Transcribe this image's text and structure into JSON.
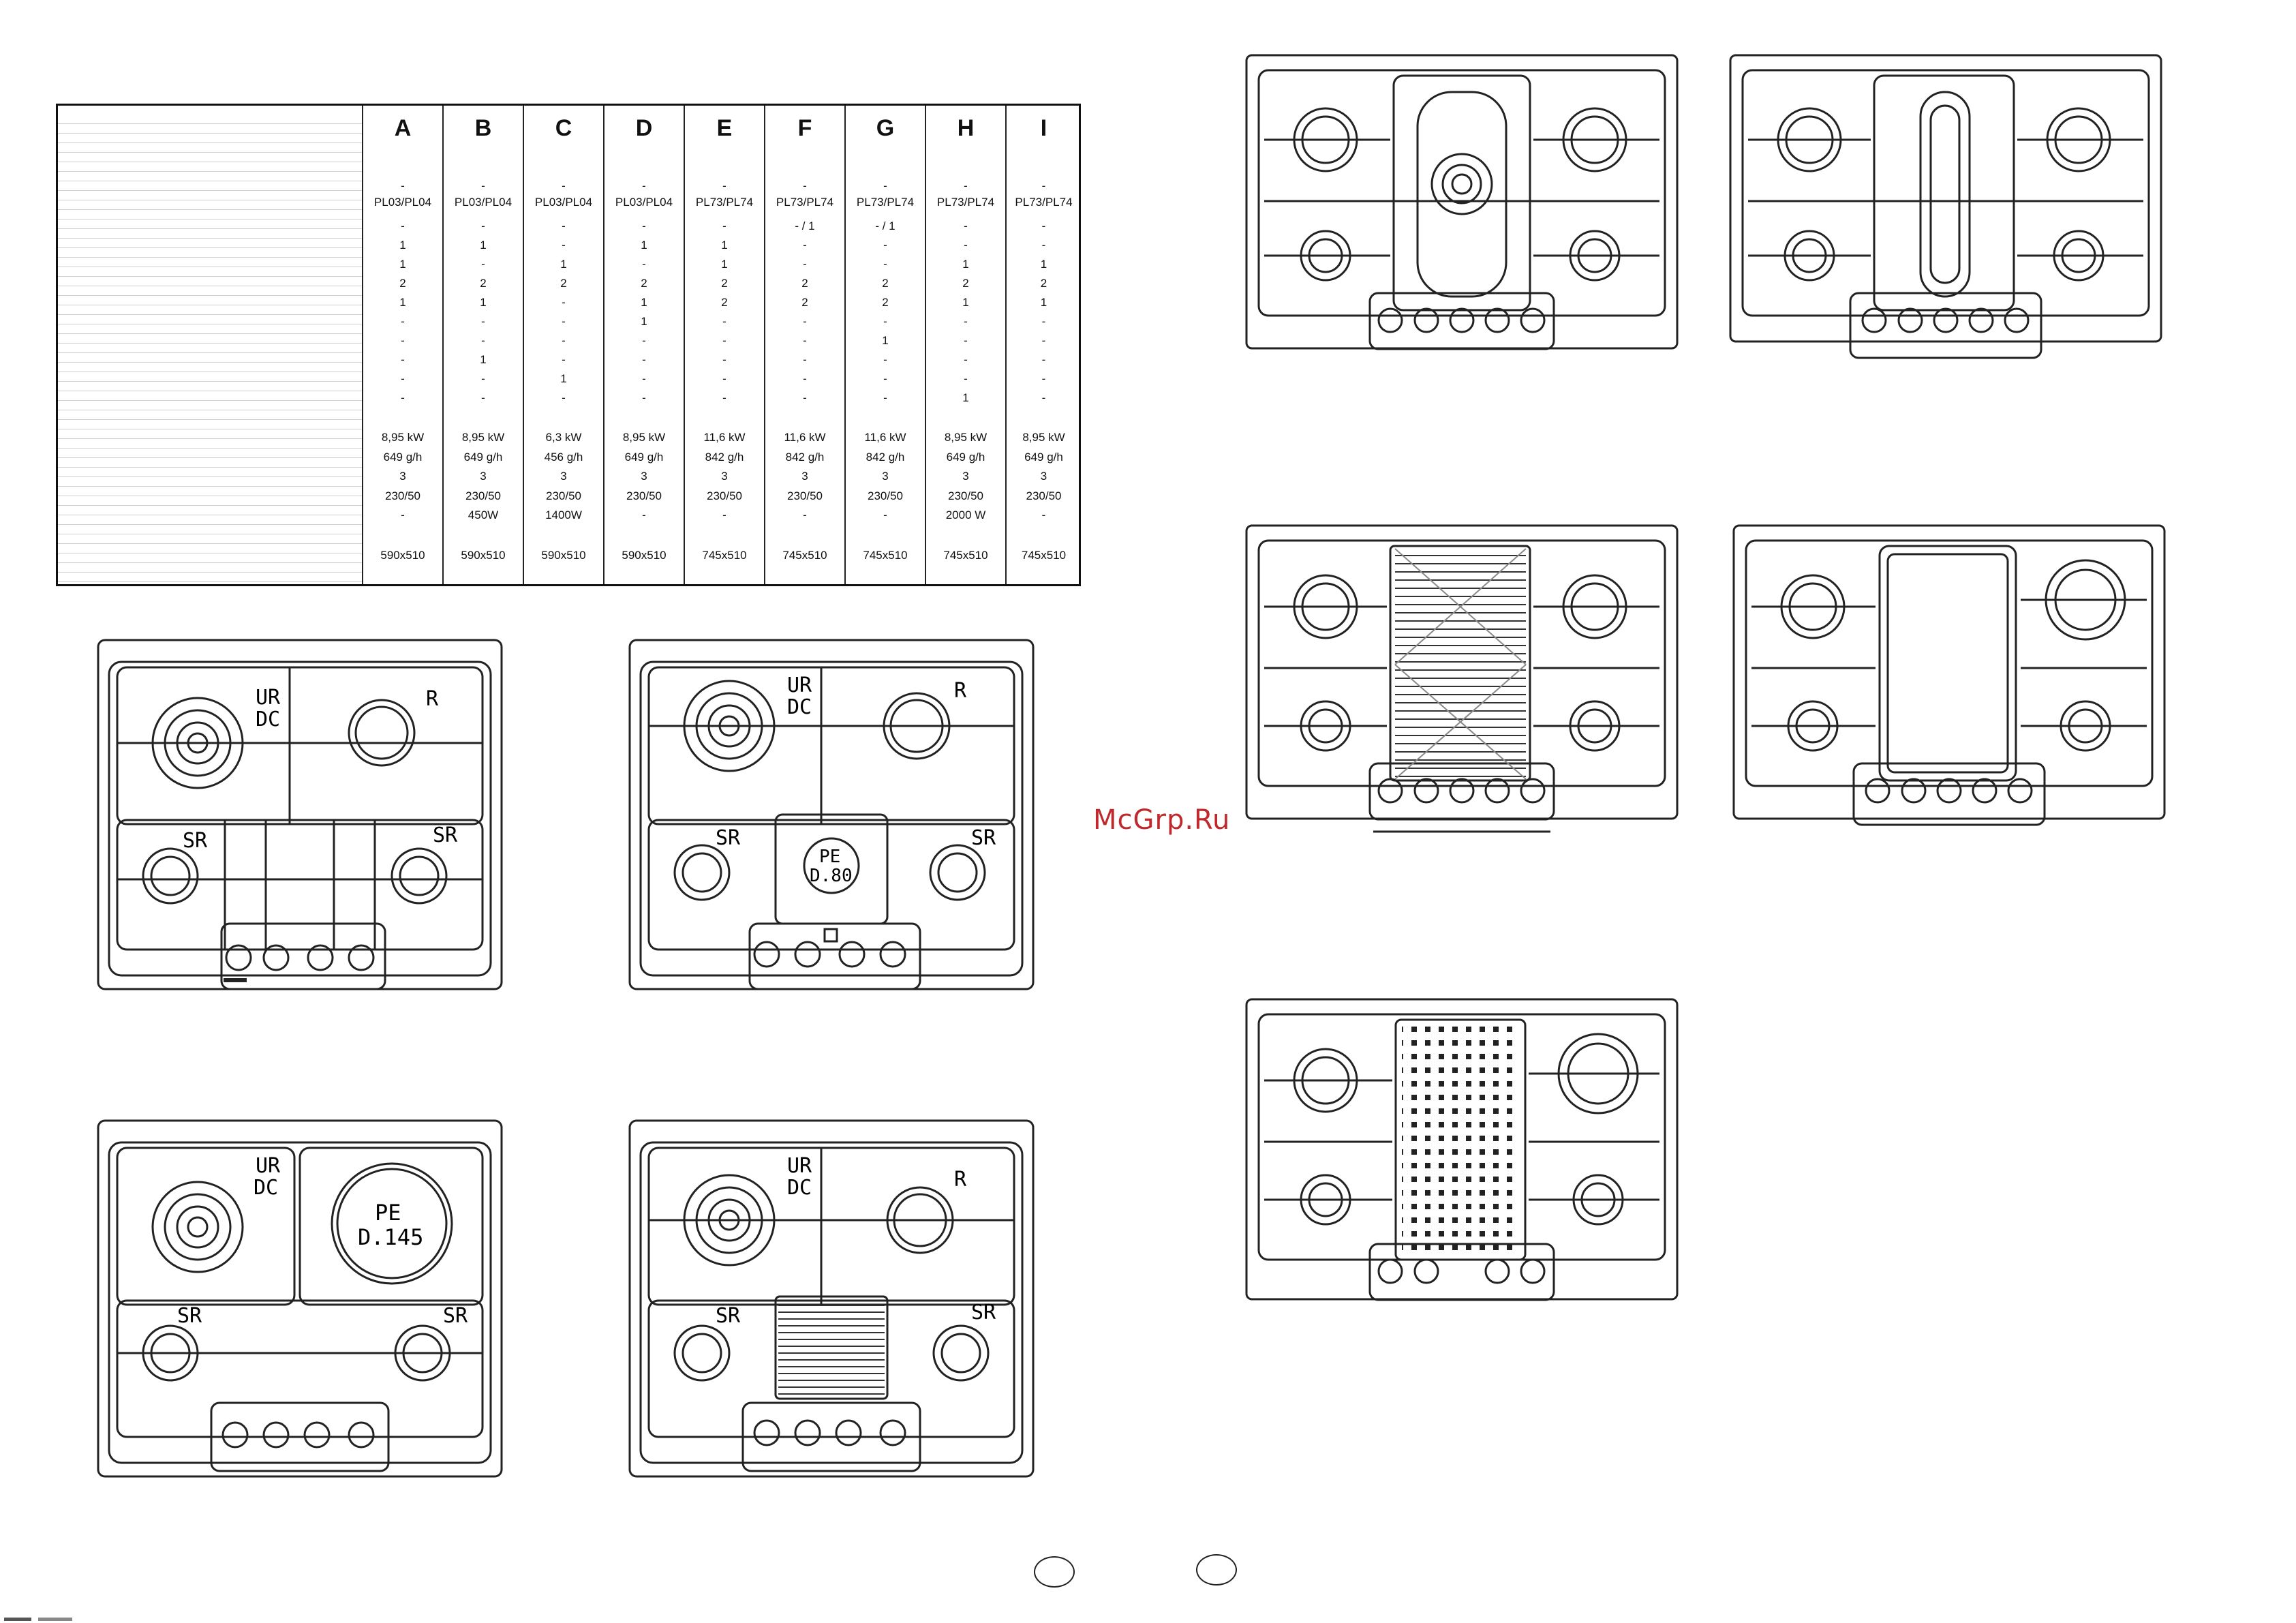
{
  "table": {
    "columns": [
      {
        "letter": "A",
        "rows": [
          "-",
          "PL03/PL04",
          "-",
          "1",
          "1",
          "2",
          "1",
          "-",
          "-",
          "-",
          "-",
          "-",
          "8,95 kW",
          "649 g/h",
          "3",
          "230/50",
          "-",
          "590x510"
        ]
      },
      {
        "letter": "B",
        "rows": [
          "-",
          "PL03/PL04",
          "-",
          "1",
          "-",
          "2",
          "1",
          "-",
          "-",
          "1",
          "-",
          "-",
          "8,95 kW",
          "649 g/h",
          "3",
          "230/50",
          "450W",
          "590x510"
        ]
      },
      {
        "letter": "C",
        "rows": [
          "-",
          "PL03/PL04",
          "-",
          "-",
          "1",
          "2",
          "-",
          "-",
          "-",
          "-",
          "1",
          "-",
          "6,3 kW",
          "456 g/h",
          "3",
          "230/50",
          "1400W",
          "590x510"
        ]
      },
      {
        "letter": "D",
        "rows": [
          "-",
          "PL03/PL04",
          "-",
          "1",
          "-",
          "2",
          "1",
          "1",
          "-",
          "-",
          "-",
          "-",
          "8,95 kW",
          "649 g/h",
          "3",
          "230/50",
          "-",
          "590x510"
        ]
      },
      {
        "letter": "E",
        "rows": [
          "-",
          "PL73/PL74",
          "-",
          "1",
          "1",
          "2",
          "2",
          "-",
          "-",
          "-",
          "-",
          "-",
          "11,6 kW",
          "842 g/h",
          "3",
          "230/50",
          "-",
          "745x510"
        ]
      },
      {
        "letter": "F",
        "rows": [
          "-",
          "PL73/PL74",
          "- / 1",
          "-",
          "-",
          "2",
          "2",
          "-",
          "-",
          "-",
          "-",
          "-",
          "11,6 kW",
          "842 g/h",
          "3",
          "230/50",
          "-",
          "745x510"
        ]
      },
      {
        "letter": "G",
        "rows": [
          "-",
          "PL73/PL74",
          "- / 1",
          "-",
          "-",
          "2",
          "2",
          "-",
          "1",
          "-",
          "-",
          "-",
          "11,6 kW",
          "842 g/h",
          "3",
          "230/50",
          "-",
          "745x510"
        ]
      },
      {
        "letter": "H",
        "rows": [
          "-",
          "PL73/PL74",
          "-",
          "-",
          "1",
          "2",
          "1",
          "-",
          "-",
          "-",
          "-",
          "1",
          "8,95 kW",
          "649 g/h",
          "3",
          "230/50",
          "2000 W",
          "745x510"
        ]
      },
      {
        "letter": "I",
        "rows": [
          "-",
          "PL73/PL74",
          "-",
          "-",
          "1",
          "2",
          "1",
          "-",
          "-",
          "-",
          "-",
          "-",
          "8,95 kW",
          "649 g/h",
          "3",
          "230/50",
          "-",
          "745x510"
        ]
      }
    ]
  },
  "hobs": {
    "a": {
      "labels": [
        "UR",
        "DC",
        "R",
        "SR",
        "SR"
      ]
    },
    "b": {
      "labels": [
        "UR",
        "DC",
        "R",
        "SR",
        "SR",
        "PE",
        "D.80"
      ]
    },
    "c": {
      "labels": [
        "UR",
        "DC",
        "PE",
        "D.145",
        "SR",
        "SR"
      ]
    },
    "d": {
      "labels": [
        "UR",
        "DC",
        "R",
        "SR",
        "SR"
      ]
    }
  },
  "watermark": "McGrp.Ru"
}
